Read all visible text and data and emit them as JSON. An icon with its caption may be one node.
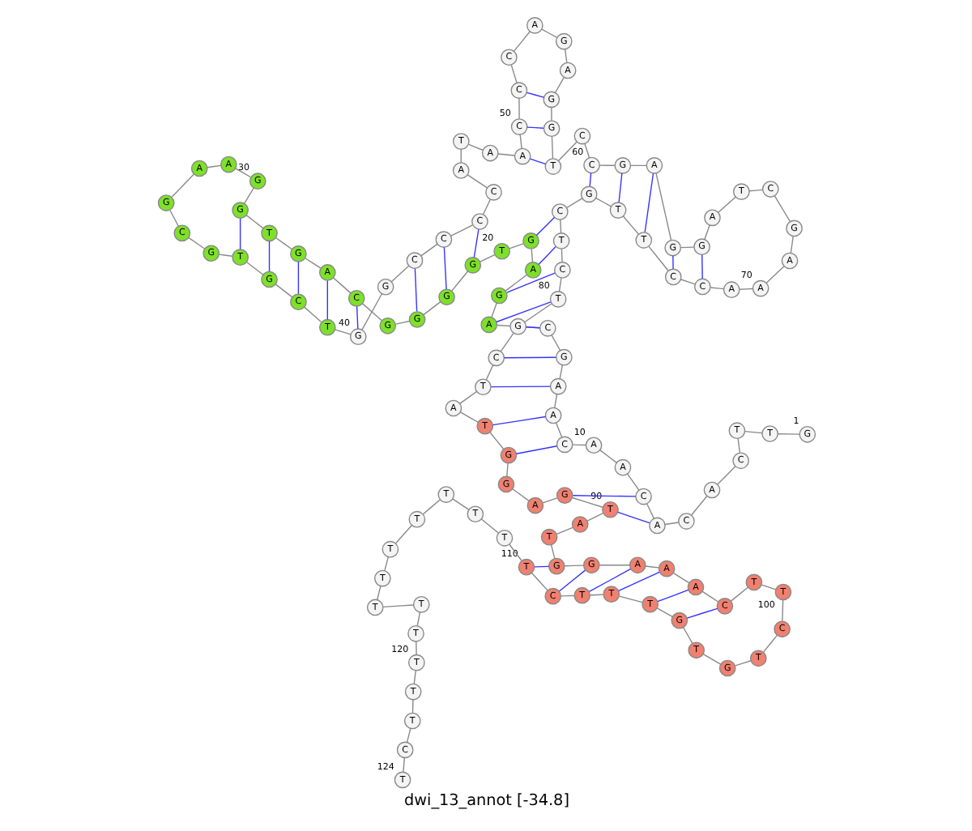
{
  "diagram": {
    "title": "dwi_13_annot [-34.8]",
    "nodes": [
      {
        "text": [
          "G"
        ],
        "beside": [
          "1"
        ]
      },
      {
        "text": [
          "T"
        ]
      },
      {
        "text": [
          "T"
        ]
      },
      {
        "text": [
          "C"
        ]
      },
      {
        "text": [
          "A"
        ]
      },
      {
        "text": [
          "C"
        ]
      },
      {
        "text": [
          "A"
        ]
      },
      {
        "text": [
          "C"
        ]
      },
      {
        "text": [
          "A"
        ]
      },
      {
        "text": [
          "A"
        ],
        "beside": [
          "10"
        ]
      },
      {
        "text": [
          "C"
        ]
      },
      {
        "text": [
          "A"
        ]
      },
      {
        "text": [
          "A"
        ]
      },
      {
        "text": [
          "G"
        ]
      },
      {
        "text": [
          "C"
        ]
      },
      {
        "text": [
          "A"
        ]
      },
      {
        "text": [
          "G"
        ]
      },
      {
        "text": [
          "A"
        ]
      },
      {
        "text": [
          "G"
        ]
      },
      {
        "text": [
          "T"
        ],
        "beside": [
          "20"
        ]
      },
      {
        "text": [
          "G"
        ]
      },
      {
        "text": [
          "G"
        ]
      },
      {
        "text": [
          "G"
        ]
      },
      {
        "text": [
          "G"
        ]
      },
      {
        "text": [
          "C"
        ]
      },
      {
        "text": [
          "A"
        ]
      },
      {
        "text": [
          "G"
        ]
      },
      {
        "text": [
          "T"
        ]
      },
      {
        "text": [
          "G"
        ]
      },
      {
        "text": [
          "G"
        ],
        "beside": [
          "30"
        ]
      },
      {
        "text": [
          "A"
        ]
      },
      {
        "text": [
          "A"
        ]
      },
      {
        "text": [
          "G"
        ]
      },
      {
        "text": [
          "C"
        ]
      },
      {
        "text": [
          "G"
        ]
      },
      {
        "text": [
          "T"
        ]
      },
      {
        "text": [
          "G"
        ]
      },
      {
        "text": [
          "C"
        ]
      },
      {
        "text": [
          "T"
        ]
      },
      {
        "text": [
          "G"
        ],
        "beside": [
          "40"
        ]
      },
      {
        "text": [
          "G"
        ]
      },
      {
        "text": [
          "C"
        ]
      },
      {
        "text": [
          "C"
        ]
      },
      {
        "text": [
          "C"
        ]
      },
      {
        "text": [
          "C"
        ]
      },
      {
        "text": [
          "A"
        ]
      },
      {
        "text": [
          "T"
        ]
      },
      {
        "text": [
          "A"
        ]
      },
      {
        "text": [
          "A"
        ]
      },
      {
        "text": [
          "C"
        ],
        "beside": [
          "50"
        ]
      },
      {
        "text": [
          "C"
        ]
      },
      {
        "text": [
          "C"
        ]
      },
      {
        "text": [
          "A"
        ]
      },
      {
        "text": [
          "G"
        ]
      },
      {
        "text": [
          "A"
        ]
      },
      {
        "text": [
          "G"
        ]
      },
      {
        "text": [
          "G"
        ]
      },
      {
        "text": [
          "T"
        ]
      },
      {
        "text": [
          "C"
        ]
      },
      {
        "text": [
          "C"
        ],
        "beside": [
          "60"
        ]
      },
      {
        "text": [
          "G"
        ]
      },
      {
        "text": [
          "A"
        ]
      },
      {
        "text": [
          "G"
        ]
      },
      {
        "text": [
          "G"
        ]
      },
      {
        "text": [
          "A"
        ]
      },
      {
        "text": [
          "T"
        ]
      },
      {
        "text": [
          "C"
        ]
      },
      {
        "text": [
          "G"
        ]
      },
      {
        "text": [
          "A"
        ]
      },
      {
        "text": [
          "A"
        ],
        "beside": [
          "70"
        ]
      },
      {
        "text": [
          "A"
        ]
      },
      {
        "text": [
          "C"
        ]
      },
      {
        "text": [
          "C"
        ]
      },
      {
        "text": [
          "T"
        ]
      },
      {
        "text": [
          "T"
        ]
      },
      {
        "text": [
          "G"
        ]
      },
      {
        "text": [
          "C"
        ]
      },
      {
        "text": [
          "T"
        ]
      },
      {
        "text": [
          "C"
        ]
      },
      {
        "text": [
          "T"
        ],
        "beside": [
          "80"
        ]
      },
      {
        "text": [
          "G"
        ]
      },
      {
        "text": [
          "C"
        ]
      },
      {
        "text": [
          "T"
        ]
      },
      {
        "text": [
          "A"
        ]
      },
      {
        "text": [
          "T"
        ]
      },
      {
        "text": [
          "G"
        ]
      },
      {
        "text": [
          "G"
        ]
      },
      {
        "text": [
          "A"
        ]
      },
      {
        "text": [
          "G"
        ]
      },
      {
        "text": [
          "T"
        ],
        "beside": [
          "90"
        ]
      },
      {
        "text": [
          "A"
        ]
      },
      {
        "text": [
          "T"
        ]
      },
      {
        "text": [
          "G"
        ]
      },
      {
        "text": [
          "G"
        ]
      },
      {
        "text": [
          "A"
        ]
      },
      {
        "text": [
          "A"
        ]
      },
      {
        "text": [
          "A"
        ]
      },
      {
        "text": [
          "C"
        ]
      },
      {
        "text": [
          "T"
        ]
      },
      {
        "text": [
          "T"
        ],
        "beside": [
          "100"
        ]
      },
      {
        "text": [
          "C"
        ]
      },
      {
        "text": [
          "T"
        ]
      },
      {
        "text": [
          "G"
        ]
      },
      {
        "text": [
          "T"
        ]
      },
      {
        "text": [
          "G"
        ]
      },
      {
        "text": [
          "T"
        ]
      },
      {
        "text": [
          "T"
        ]
      },
      {
        "text": [
          "T"
        ]
      },
      {
        "text": [
          "C"
        ]
      },
      {
        "text": [
          "T"
        ],
        "beside": [
          "110"
        ]
      },
      {
        "text": [
          "T"
        ]
      },
      {
        "text": [
          "T"
        ]
      },
      {
        "text": [
          "T"
        ]
      },
      {
        "text": [
          "T"
        ]
      },
      {
        "text": [
          "T"
        ]
      },
      {
        "text": [
          "T"
        ]
      },
      {
        "text": [
          "T"
        ]
      },
      {
        "text": [
          "T"
        ]
      },
      {
        "text": [
          "T"
        ]
      },
      {
        "text": [
          "T"
        ],
        "beside": [
          "120"
        ]
      },
      {
        "text": [
          "T"
        ]
      },
      {
        "text": [
          "T"
        ]
      },
      {
        "text": [
          "C"
        ]
      },
      {
        "text": [
          "T"
        ],
        "beside": [
          "124"
        ]
      }
    ],
    "edges": [
      {
        "from": 0,
        "to": 1,
        "arrow": "none"
      },
      {
        "from": 1,
        "to": 2,
        "arrow": "none"
      },
      {
        "from": 2,
        "to": 3,
        "arrow": "none"
      },
      {
        "from": 3,
        "to": 4,
        "arrow": "none"
      },
      {
        "from": 4,
        "to": 5,
        "arrow": "none"
      },
      {
        "from": 5,
        "to": 6,
        "arrow": "none"
      },
      {
        "from": 6,
        "to": 7,
        "arrow": "none"
      },
      {
        "from": 7,
        "to": 8,
        "arrow": "none"
      },
      {
        "from": 8,
        "to": 9,
        "arrow": "none"
      },
      {
        "from": 9,
        "to": 10,
        "arrow": "none"
      },
      {
        "from": 10,
        "to": 11,
        "arrow": "none"
      },
      {
        "from": 11,
        "to": 12,
        "arrow": "none"
      },
      {
        "from": 12,
        "to": 13,
        "arrow": "none"
      },
      {
        "from": 13,
        "to": 14,
        "arrow": "none"
      },
      {
        "from": 14,
        "to": 15,
        "arrow": "none"
      },
      {
        "from": 15,
        "to": 16,
        "arrow": "none"
      },
      {
        "from": 16,
        "to": 17,
        "arrow": "none"
      },
      {
        "from": 17,
        "to": 18,
        "arrow": "none"
      },
      {
        "from": 18,
        "to": 19,
        "arrow": "none"
      },
      {
        "from": 19,
        "to": 20,
        "arrow": "none"
      },
      {
        "from": 20,
        "to": 21,
        "arrow": "none"
      },
      {
        "from": 21,
        "to": 22,
        "arrow": "none"
      },
      {
        "from": 22,
        "to": 23,
        "arrow": "none"
      },
      {
        "from": 23,
        "to": 24,
        "arrow": "none"
      },
      {
        "from": 24,
        "to": 25,
        "arrow": "none"
      },
      {
        "from": 25,
        "to": 26,
        "arrow": "none"
      },
      {
        "from": 26,
        "to": 27,
        "arrow": "none"
      },
      {
        "from": 27,
        "to": 28,
        "arrow": "none"
      },
      {
        "from": 28,
        "to": 29,
        "arrow": "none"
      },
      {
        "from": 29,
        "to": 30,
        "arrow": "none"
      },
      {
        "from": 30,
        "to": 31,
        "arrow": "none"
      },
      {
        "from": 31,
        "to": 32,
        "arrow": "none"
      },
      {
        "from": 32,
        "to": 33,
        "arrow": "none"
      },
      {
        "from": 33,
        "to": 34,
        "arrow": "none"
      },
      {
        "from": 34,
        "to": 35,
        "arrow": "none"
      },
      {
        "from": 35,
        "to": 36,
        "arrow": "none"
      },
      {
        "from": 36,
        "to": 37,
        "arrow": "none"
      },
      {
        "from": 37,
        "to": 38,
        "arrow": "none"
      },
      {
        "from": 38,
        "to": 39,
        "arrow": "none"
      },
      {
        "from": 39,
        "to": 40,
        "arrow": "none"
      },
      {
        "from": 40,
        "to": 41,
        "arrow": "none"
      },
      {
        "from": 41,
        "to": 42,
        "arrow": "none"
      },
      {
        "from": 42,
        "to": 43,
        "arrow": "none"
      },
      {
        "from": 43,
        "to": 44,
        "arrow": "none"
      },
      {
        "from": 44,
        "to": 45,
        "arrow": "none"
      },
      {
        "from": 45,
        "to": 46,
        "arrow": "none"
      },
      {
        "from": 46,
        "to": 47,
        "arrow": "none"
      },
      {
        "from": 47,
        "to": 48,
        "arrow": "none"
      },
      {
        "from": 48,
        "to": 49,
        "arrow": "none"
      },
      {
        "from": 49,
        "to": 50,
        "arrow": "none"
      },
      {
        "from": 50,
        "to": 51,
        "arrow": "none"
      },
      {
        "from": 51,
        "to": 52,
        "arrow": "none"
      },
      {
        "from": 52,
        "to": 53,
        "arrow": "none"
      },
      {
        "from": 53,
        "to": 54,
        "arrow": "none"
      },
      {
        "from": 54,
        "to": 55,
        "arrow": "none"
      },
      {
        "from": 55,
        "to": 56,
        "arrow": "none"
      },
      {
        "from": 56,
        "to": 57,
        "arrow": "none"
      },
      {
        "from": 57,
        "to": 58,
        "arrow": "none"
      },
      {
        "from": 58,
        "to": 59,
        "arrow": "none"
      },
      {
        "from": 59,
        "to": 60,
        "arrow": "none"
      },
      {
        "from": 60,
        "to": 61,
        "arrow": "none"
      },
      {
        "from": 61,
        "to": 62,
        "arrow": "none"
      },
      {
        "from": 62,
        "to": 63,
        "arrow": "none"
      },
      {
        "from": 63,
        "to": 64,
        "arrow": "none"
      },
      {
        "from": 64,
        "to": 65,
        "arrow": "none"
      },
      {
        "from": 65,
        "to": 66,
        "arrow": "none"
      },
      {
        "from": 66,
        "to": 67,
        "arrow": "none"
      },
      {
        "from": 67,
        "to": 68,
        "arrow": "none"
      },
      {
        "from": 68,
        "to": 69,
        "arrow": "none"
      },
      {
        "from": 69,
        "to": 70,
        "arrow": "none"
      },
      {
        "from": 70,
        "to": 71,
        "arrow": "none"
      },
      {
        "from": 71,
        "to": 72,
        "arrow": "none"
      },
      {
        "from": 72,
        "to": 73,
        "arrow": "none"
      },
      {
        "from": 73,
        "to": 74,
        "arrow": "none"
      },
      {
        "from": 74,
        "to": 75,
        "arrow": "none"
      },
      {
        "from": 75,
        "to": 76,
        "arrow": "none"
      },
      {
        "from": 76,
        "to": 77,
        "arrow": "none"
      },
      {
        "from": 77,
        "to": 78,
        "arrow": "none"
      },
      {
        "from": 78,
        "to": 79,
        "arrow": "none"
      },
      {
        "from": 79,
        "to": 80,
        "arrow": "none"
      },
      {
        "from": 80,
        "to": 81,
        "arrow": "none"
      },
      {
        "from": 81,
        "to": 82,
        "arrow": "none"
      },
      {
        "from": 82,
        "to": 83,
        "arrow": "none"
      },
      {
        "from": 83,
        "to": 84,
        "arrow": "none"
      },
      {
        "from": 84,
        "to": 85,
        "arrow": "none"
      },
      {
        "from": 85,
        "to": 86,
        "arrow": "none"
      },
      {
        "from": 86,
        "to": 87,
        "arrow": "none"
      },
      {
        "from": 87,
        "to": 88,
        "arrow": "none"
      },
      {
        "from": 88,
        "to": 89,
        "arrow": "none"
      },
      {
        "from": 89,
        "to": 90,
        "arrow": "none"
      },
      {
        "from": 90,
        "to": 91,
        "arrow": "none"
      },
      {
        "from": 91,
        "to": 92,
        "arrow": "none"
      },
      {
        "from": 92,
        "to": 93,
        "arrow": "none"
      },
      {
        "from": 93,
        "to": 94,
        "arrow": "none"
      },
      {
        "from": 94,
        "to": 95,
        "arrow": "none"
      },
      {
        "from": 95,
        "to": 96,
        "arrow": "none"
      },
      {
        "from": 96,
        "to": 97,
        "arrow": "none"
      },
      {
        "from": 97,
        "to": 98,
        "arrow": "none"
      },
      {
        "from": 98,
        "to": 99,
        "arrow": "none"
      },
      {
        "from": 99,
        "to": 100,
        "arrow": "none"
      },
      {
        "from": 100,
        "to": 101,
        "arrow": "none"
      },
      {
        "from": 101,
        "to": 102,
        "arrow": "none"
      },
      {
        "from": 102,
        "to": 103,
        "arrow": "none"
      },
      {
        "from": 103,
        "to": 104,
        "arrow": "none"
      },
      {
        "from": 104,
        "to": 105,
        "arrow": "none"
      },
      {
        "from": 105,
        "to": 106,
        "arrow": "none"
      },
      {
        "from": 106,
        "to": 107,
        "arrow": "none"
      },
      {
        "from": 107,
        "to": 108,
        "arrow": "none"
      },
      {
        "from": 108,
        "to": 109,
        "arrow": "none"
      },
      {
        "from": 109,
        "to": 110,
        "arrow": "none"
      },
      {
        "from": 110,
        "to": 111,
        "arrow": "none"
      },
      {
        "from": 111,
        "to": 112,
        "arrow": "none"
      },
      {
        "from": 112,
        "to": 113,
        "arrow": "none"
      },
      {
        "from": 113,
        "to": 114,
        "arrow": "none"
      },
      {
        "from": 114,
        "to": 115,
        "arrow": "none"
      },
      {
        "from": 115,
        "to": 116,
        "arrow": "none"
      },
      {
        "from": 116,
        "to": 117,
        "arrow": "none"
      },
      {
        "from": 117,
        "to": 118,
        "arrow": "none"
      },
      {
        "from": 118,
        "to": 119,
        "arrow": "none"
      },
      {
        "from": 119,
        "to": 120,
        "arrow": "none"
      },
      {
        "from": 120,
        "to": 121,
        "arrow": "none"
      },
      {
        "from": 121,
        "to": 122,
        "arrow": "none"
      },
      {
        "from": 122,
        "to": 123,
        "arrow": "none"
      },
      {
        "from": 6,
        "to": 89,
        "arrow": "none",
        "color": "#3333ff"
      },
      {
        "from": 7,
        "to": 88,
        "arrow": "none",
        "color": "#3333ff"
      },
      {
        "from": 10,
        "to": 85,
        "arrow": "none",
        "color": "#3333ff"
      },
      {
        "from": 11,
        "to": 84,
        "arrow": "none",
        "color": "#3333ff"
      },
      {
        "from": 12,
        "to": 82,
        "arrow": "none",
        "color": "#3333ff"
      },
      {
        "from": 13,
        "to": 81,
        "arrow": "none",
        "color": "#3333ff"
      },
      {
        "from": 14,
        "to": 80,
        "arrow": "none",
        "color": "#3333ff"
      },
      {
        "from": 15,
        "to": 79,
        "arrow": "none",
        "color": "#3333ff"
      },
      {
        "from": 16,
        "to": 78,
        "arrow": "none",
        "color": "#3333ff"
      },
      {
        "from": 17,
        "to": 77,
        "arrow": "none",
        "color": "#3333ff"
      },
      {
        "from": 18,
        "to": 76,
        "arrow": "none",
        "color": "#3333ff"
      },
      {
        "from": 20,
        "to": 43,
        "arrow": "none",
        "color": "#3333ff"
      },
      {
        "from": 21,
        "to": 42,
        "arrow": "none",
        "color": "#3333ff"
      },
      {
        "from": 22,
        "to": 41,
        "arrow": "none",
        "color": "#3333ff"
      },
      {
        "from": 24,
        "to": 39,
        "arrow": "none",
        "color": "#3333ff"
      },
      {
        "from": 25,
        "to": 38,
        "arrow": "none",
        "color": "#3333ff"
      },
      {
        "from": 26,
        "to": 37,
        "arrow": "none",
        "color": "#3333ff"
      },
      {
        "from": 27,
        "to": 36,
        "arrow": "none",
        "color": "#3333ff"
      },
      {
        "from": 28,
        "to": 35,
        "arrow": "none",
        "color": "#3333ff"
      },
      {
        "from": 48,
        "to": 57,
        "arrow": "none",
        "color": "#3333ff"
      },
      {
        "from": 49,
        "to": 56,
        "arrow": "none",
        "color": "#3333ff"
      },
      {
        "from": 50,
        "to": 55,
        "arrow": "none",
        "color": "#3333ff"
      },
      {
        "from": 59,
        "to": 75,
        "arrow": "none",
        "color": "#3333ff"
      },
      {
        "from": 60,
        "to": 74,
        "arrow": "none",
        "color": "#3333ff"
      },
      {
        "from": 61,
        "to": 73,
        "arrow": "none",
        "color": "#3333ff"
      },
      {
        "from": 62,
        "to": 72,
        "arrow": "none",
        "color": "#3333ff"
      },
      {
        "from": 63,
        "to": 71,
        "arrow": "none",
        "color": "#3333ff"
      },
      {
        "from": 92,
        "to": 109,
        "arrow": "none",
        "color": "#3333ff"
      },
      {
        "from": 93,
        "to": 108,
        "arrow": "none",
        "color": "#3333ff"
      },
      {
        "from": 94,
        "to": 107,
        "arrow": "none",
        "color": "#3333ff"
      },
      {
        "from": 95,
        "to": 106,
        "arrow": "none",
        "color": "#3333ff"
      },
      {
        "from": 96,
        "to": 105,
        "arrow": "none",
        "color": "#3333ff"
      },
      {
        "from": 97,
        "to": 104,
        "arrow": "none",
        "color": "#3333ff"
      }
    ]
  }
}
